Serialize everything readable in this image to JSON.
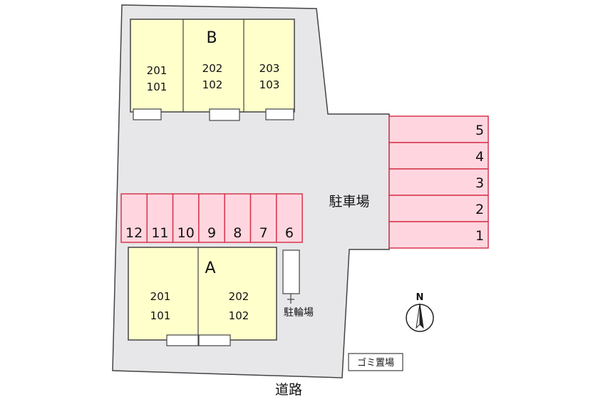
{
  "colors": {
    "lot": "#e7e7e9",
    "building": "#ffffcc",
    "parking": "#ffd6df",
    "parking_border": "#d7374f",
    "outline": "#444444"
  },
  "building_b": {
    "label": "B",
    "units": [
      {
        "upper": "201",
        "lower": "101"
      },
      {
        "upper": "202",
        "lower": "102"
      },
      {
        "upper": "203",
        "lower": "103"
      }
    ]
  },
  "building_a": {
    "label": "A",
    "units": [
      {
        "upper": "201",
        "lower": "101"
      },
      {
        "upper": "202",
        "lower": "102"
      }
    ]
  },
  "parking_label": "駐車場",
  "parking_right": [
    "5",
    "4",
    "3",
    "2",
    "1"
  ],
  "parking_row": [
    "12",
    "11",
    "10",
    "9",
    "8",
    "7",
    "6"
  ],
  "bicycle_label": "駐輪場",
  "garbage_label": "ゴミ置場",
  "road_label": "道路",
  "compass_label": "N",
  "compass_icon": "north-arrow-icon"
}
